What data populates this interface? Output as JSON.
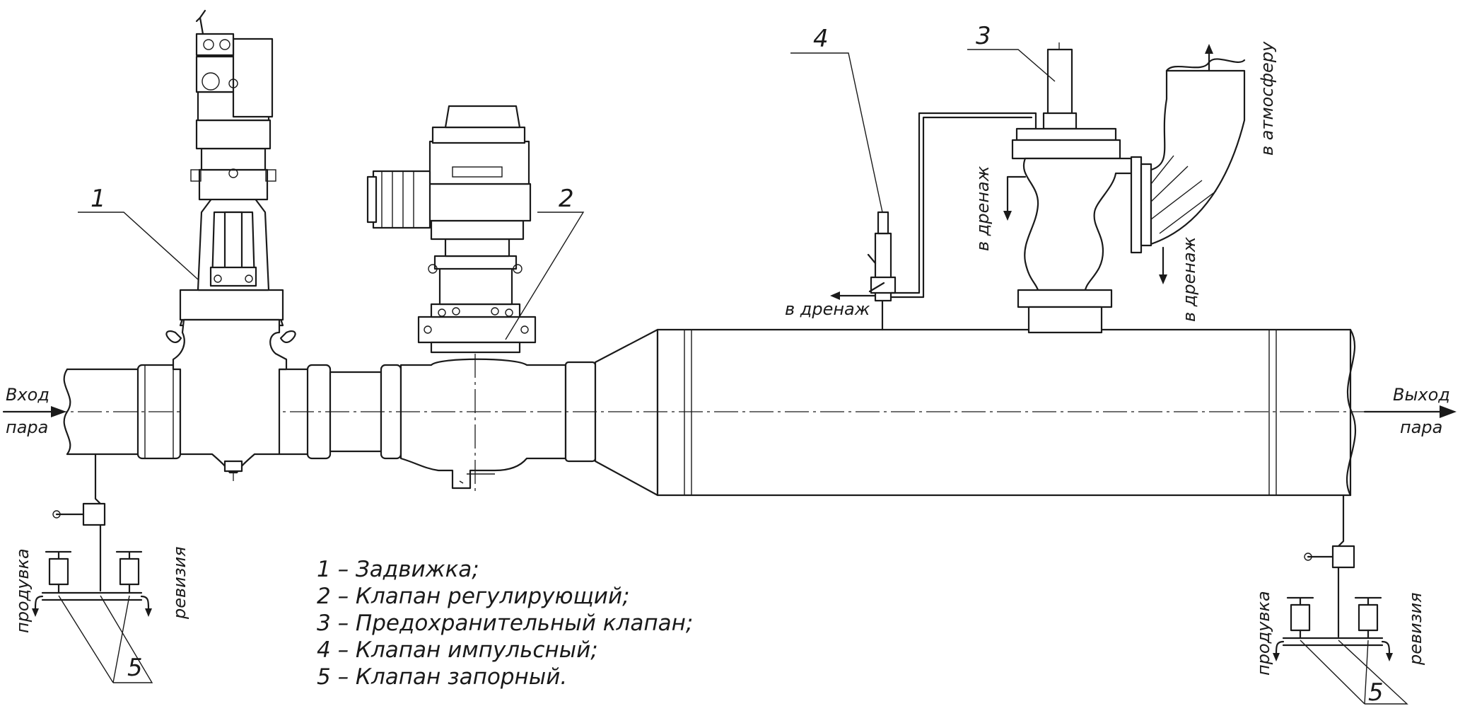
{
  "labels": {
    "inlet_1": "Вход",
    "inlet_2": "пара",
    "outlet_1": "Выход",
    "outlet_2": "пара",
    "drain_mid": "в дренаж",
    "drain_valve3_left": "в дренаж",
    "drain_valve3_right": "в дренаж",
    "atmosphere": "в атмосферу",
    "purge_left": "продувка",
    "revision_left": "ревизия",
    "purge_right": "продувка",
    "revision_right": "ревизия"
  },
  "callouts": {
    "c1": "1",
    "c2": "2",
    "c3": "3",
    "c4": "4",
    "c5_left": "5",
    "c5_right": "5"
  },
  "legend": [
    "1 – Задвижка;",
    "2 – Клапан регулирующий;",
    "3 – Предохранительный клапан;",
    "4 – Клапан импульсный;",
    "5 – Клапан запорный."
  ]
}
